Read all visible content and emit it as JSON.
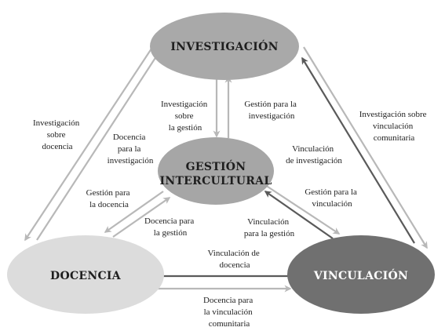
{
  "colors": {
    "investigacion_fill": "#a9a9a9",
    "gestion_fill": "#a6a6a6",
    "docencia_fill": "#dcdcdc",
    "vinculacion_fill": "#707070",
    "arrow_light": "#b8b8b8",
    "arrow_dark": "#5a5a5a",
    "label_dark": "#1e1e1e",
    "label_light": "#ffffff"
  },
  "nodes": {
    "investigacion": "INVESTIGACIÓN",
    "gestion_line1": "GESTIÓN",
    "gestion_line2": "INTERCULTURAL",
    "docencia": "DOCENCIA",
    "vinculacion": "VINCULACIÓN"
  },
  "edges": {
    "inv_sobre_docencia": [
      "Investigación",
      "sobre",
      "docencia"
    ],
    "docencia_para_inv": [
      "Docencia",
      "para la",
      "investigación"
    ],
    "inv_sobre_gestion": [
      "Investigación",
      "sobre",
      "la gestión"
    ],
    "gestion_para_inv": [
      "Gestión para la",
      "investigación"
    ],
    "inv_sobre_vinc": [
      "Investigación sobre",
      "vinculación",
      "comunitaria"
    ],
    "vinc_de_inv": [
      "Vinculación",
      "de investigación"
    ],
    "gestion_para_docencia": [
      "Gestión para",
      "la docencia"
    ],
    "docencia_para_gestion": [
      "Docencia para",
      "la gestión"
    ],
    "gestion_para_vinc": [
      "Gestión para la",
      "vinculación"
    ],
    "vinc_para_gestion": [
      "Vinculación",
      "para la gestión"
    ],
    "vinc_de_docencia": [
      "Vinculación de",
      "docencia"
    ],
    "docencia_para_vinc": [
      "Docencia para",
      "la vinculación",
      "comunitaria"
    ]
  }
}
